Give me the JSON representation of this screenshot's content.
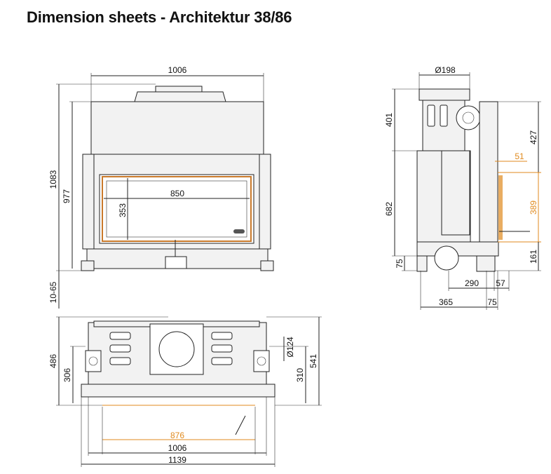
{
  "title": "Dimension sheets - Architektur 38/86",
  "front": {
    "width_top": "1006",
    "opening_width": "850",
    "opening_height": "353",
    "total_height": "1083",
    "body_height": "977",
    "feet": "10-65"
  },
  "side": {
    "flue_diameter": "Ø198",
    "top_section": "401",
    "upper_right": "427",
    "small_right": "51",
    "lower_left": "682",
    "glass_height": "389",
    "base_right": "161",
    "foot_left": "75",
    "depth_a": "290",
    "depth_b": "57",
    "depth_c": "365",
    "depth_d": "75"
  },
  "top": {
    "depth_total": "486",
    "depth_inner": "306",
    "air_diameter": "Ø124",
    "right_inner": "310",
    "right_total": "541",
    "glass_width": "876",
    "width_mid": "1006",
    "width_total": "1139"
  },
  "colors": {
    "accent": "#e08a1e",
    "line": "#222222"
  }
}
